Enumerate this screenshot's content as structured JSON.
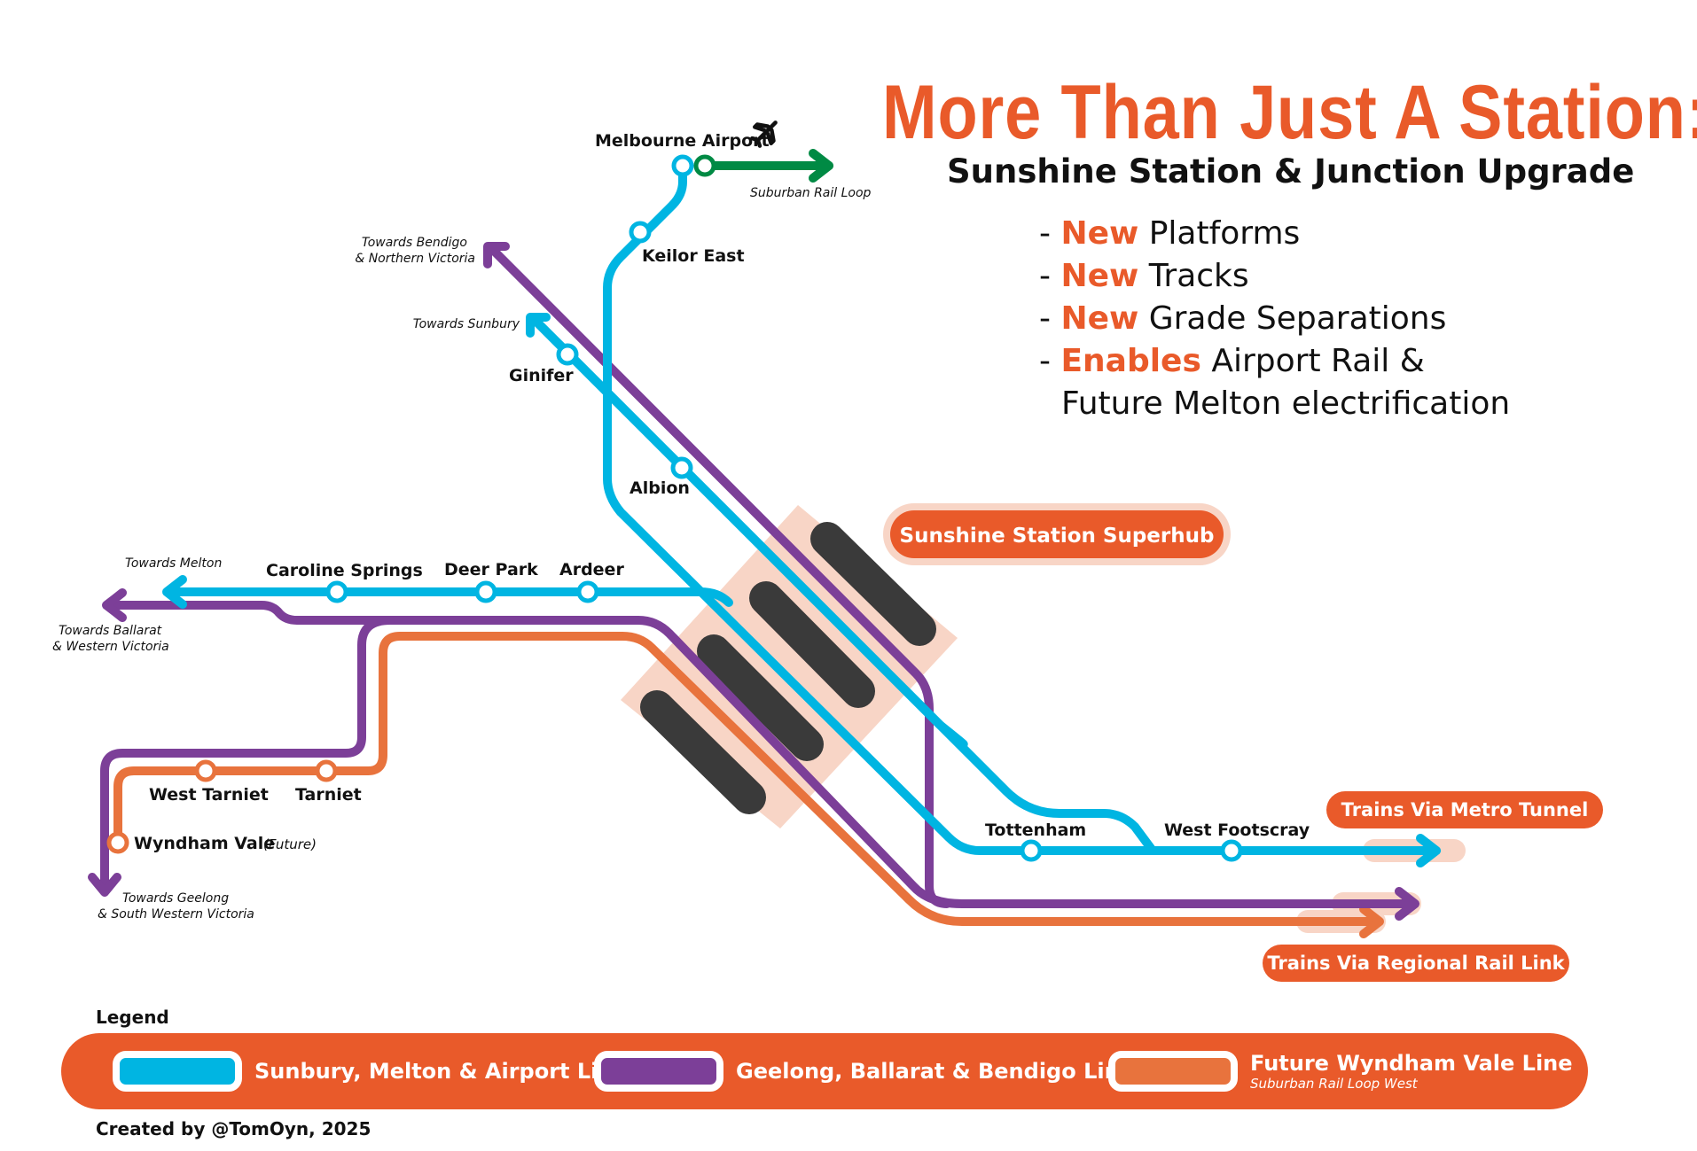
{
  "title": "More Than Just A Station:",
  "subtitle": "Sunshine Station & Junction Upgrade",
  "bullets": [
    {
      "highlight": "New",
      "text": " Platforms"
    },
    {
      "highlight": "New",
      "text": " Tracks"
    },
    {
      "highlight": "New",
      "text": " Grade Separations"
    },
    {
      "highlight": "Enables",
      "text": " Airport Rail &"
    }
  ],
  "bullet_continuation": "Future Melton electrification",
  "stations": {
    "melbourne_airport": "Melbourne Airport",
    "keilor_east": "Keilor East",
    "ginifer": "Ginifer",
    "albion": "Albion",
    "caroline_springs": "Caroline Springs",
    "deer_park": "Deer Park",
    "ardeer": "Ardeer",
    "west_tarniet": "West Tarniet",
    "tarniet": "Tarniet",
    "wyndham_vale": "Wyndham Vale",
    "wyndham_vale_note": "(Future)",
    "tottenham": "Tottenham",
    "west_footscray": "West Footscray"
  },
  "directions": {
    "bendigo_1": "Towards Bendigo",
    "bendigo_2": "& Northern Victoria",
    "sunbury": "Towards Sunbury",
    "melton": "Towards Melton",
    "ballarat_1": "Towards Ballarat",
    "ballarat_2": "& Western Victoria",
    "geelong_1": "Towards Geelong",
    "geelong_2": "& South Western Victoria",
    "srl": "Suburban Rail Loop"
  },
  "callouts": {
    "superhub": "Sunshine Station Superhub",
    "metro_tunnel": "Trains Via Metro Tunnel",
    "rrl": "Trains Via Regional Rail Link"
  },
  "legend": {
    "title": "Legend",
    "items": [
      {
        "label": "Sunbury, Melton & Airport Lines",
        "sub": "",
        "color": "#00b5e2"
      },
      {
        "label": "Geelong, Ballarat & Bendigo Lines",
        "sub": "",
        "color": "#7c3f98"
      },
      {
        "label": "Future Wyndham Vale Line",
        "sub": "Suburban Rail Loop West",
        "color": "#e8733d"
      }
    ]
  },
  "credit": "Created by @TomOyn, 2025",
  "colors": {
    "accent": "#e95a2a",
    "cyan": "#00b5e2",
    "purple": "#7c3f98",
    "orange": "#e8733d",
    "green": "#008a44",
    "platform": "#3a3a3a",
    "halo": "#f8d5c6"
  },
  "icons": {
    "airport": "airplane-icon"
  }
}
